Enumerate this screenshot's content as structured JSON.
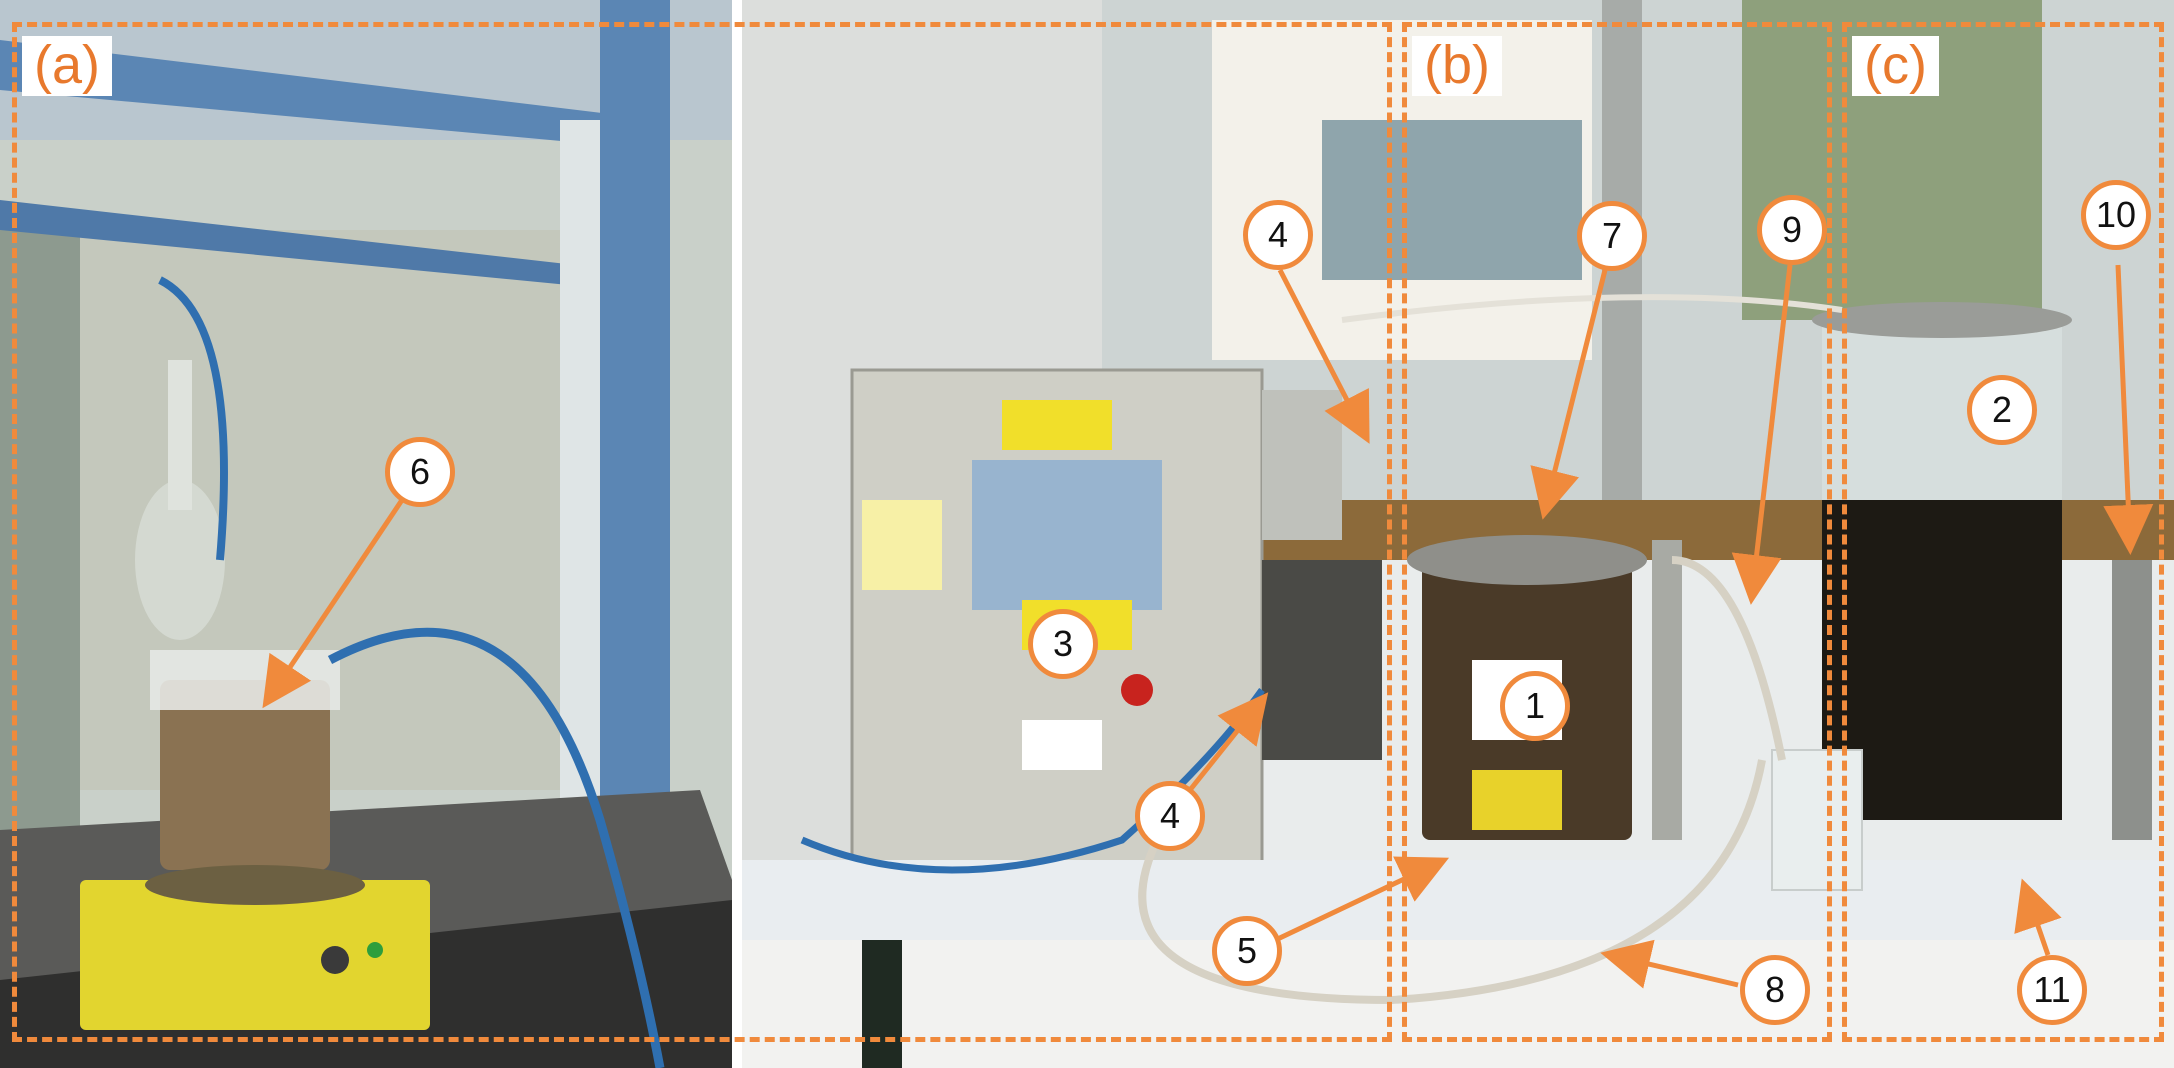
{
  "panels": [
    {
      "id": "a",
      "label": "(a)"
    },
    {
      "id": "b",
      "label": "(b)"
    },
    {
      "id": "c",
      "label": "(c)"
    }
  ],
  "callouts": {
    "c1": "1",
    "c2": "2",
    "c3": "3",
    "c4a": "4",
    "c4b": "4",
    "c5": "5",
    "c6": "6",
    "c7": "7",
    "c8": "8",
    "c9": "9",
    "c10": "10",
    "c11": "11"
  },
  "colors": {
    "annotation_orange": "#f08a3c",
    "label_orange": "#e8792d",
    "fume_hood_blue": "#5b86b4",
    "counter_white": "#e9edf0",
    "control_cabinet": "#cfcfc6",
    "sludge_dark": "#1d1a14",
    "stirrer_yellow": "#e2d52f",
    "hose_blue": "#2f6fb0"
  }
}
